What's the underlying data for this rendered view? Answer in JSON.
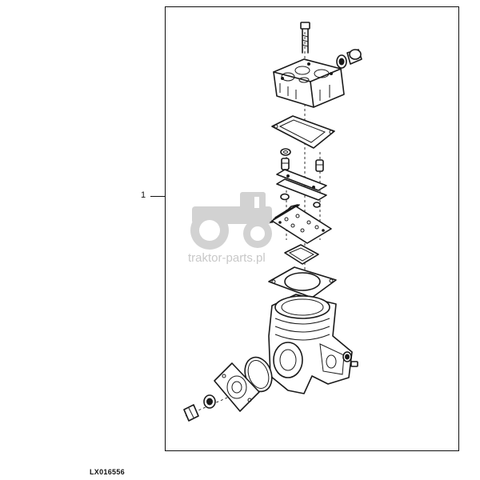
{
  "callout": {
    "number": "1"
  },
  "figure": {
    "code": "LX016556"
  },
  "watermark": {
    "text": "traktor-parts.pl",
    "color": "#c8c8c8"
  },
  "diagram": {
    "type": "exploded-view",
    "subject": "air-compressor-parts",
    "line_color": "#1a1a1a",
    "background": "#ffffff"
  }
}
